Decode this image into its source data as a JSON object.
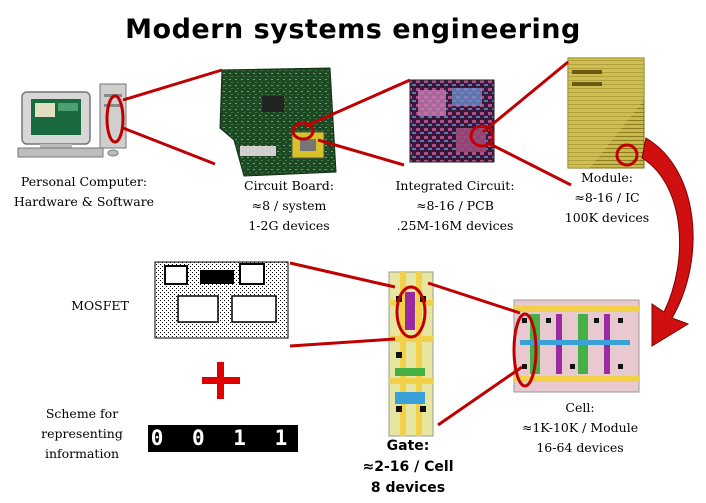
{
  "title": "Modern systems engineering",
  "pc": {
    "line1": "Personal Computer:",
    "line2": "Hardware & Software"
  },
  "board": {
    "line1": "Circuit Board:",
    "line2": "≈8 / system",
    "line3": "1-2G devices"
  },
  "ic": {
    "line1": "Integrated Circuit:",
    "line2": "≈8-16 / PCB",
    "line3": ".25M-16M devices"
  },
  "module": {
    "line1": "Module:",
    "line2": "≈8-16 / IC",
    "line3": "100K devices"
  },
  "cell": {
    "line1": "Cell:",
    "line2": "≈1K-10K / Module",
    "line3": "16-64 devices"
  },
  "gate": {
    "line1": "Gate:",
    "line2": "≈2-16 / Cell",
    "line3": "8 devices"
  },
  "mosfet": {
    "label": "MOSFET"
  },
  "scheme": {
    "line1": "Scheme for",
    "line2": "representing",
    "line3": "information"
  },
  "bits": {
    "text": "0 0 1 1"
  },
  "colors": {
    "connector": "#c00000",
    "plus": "#e00000",
    "arrow": "#d01010"
  }
}
